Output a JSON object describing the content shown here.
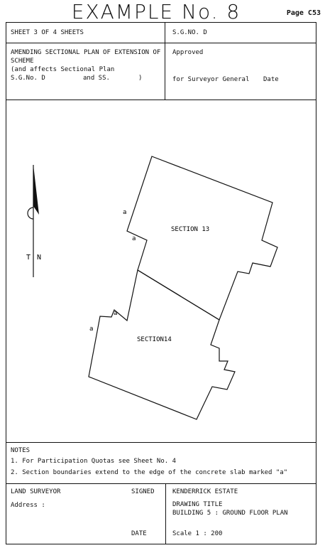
{
  "heading": {
    "title": "EXAMPLE No. 8",
    "page_label": "Page C53"
  },
  "header": {
    "sheet": "SHEET 3 OF 4 SHEETS",
    "sg_no": "S.G.NO. D",
    "plan_line1": "AMENDING SECTIONAL PLAN OF EXTENSION OF",
    "plan_line2": "SCHEME",
    "plan_line3": "(and affects Sectional Plan",
    "plan_sg": "S.G.No. D",
    "plan_and": "and SS.",
    "plan_close": ")",
    "approved": "Approved",
    "surveyor_general": "for Surveyor General",
    "date": "Date"
  },
  "drawing": {
    "north_t": "T",
    "north_n": "N",
    "section_13": "SECTION 13",
    "section_14": "SECTION14",
    "mark_a": "a"
  },
  "notes": {
    "heading": "NOTES",
    "items": [
      "1. For Participation Quotas see Sheet No. 4",
      "2. Section boundaries extend to the edge of the concrete slab marked \"a\""
    ]
  },
  "footer": {
    "land_surveyor": "LAND SURVEYOR",
    "signed": "SIGNED",
    "address": "Address :",
    "date": "DATE",
    "estate": "KENDERRICK ESTATE",
    "drawing_title_label": "DRAWING TITLE",
    "drawing_title": "BUILDING 5  :   GROUND FLOOR PLAN",
    "scale": "Scale 1 : 200"
  }
}
